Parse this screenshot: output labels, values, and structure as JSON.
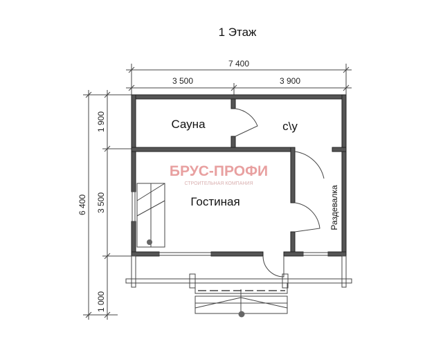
{
  "title": "1 Этаж",
  "dimensions": {
    "total_width": "7 400",
    "width_left": "3 500",
    "width_right": "3 900",
    "total_depth": "6 400",
    "depth_top": "1 900",
    "depth_middle": "3 500",
    "depth_porch": "1 000"
  },
  "rooms": {
    "sauna": "Сауна",
    "wc": "с\\у",
    "living": "Гостиная",
    "changing": "Раздевалка"
  },
  "logo": {
    "name": "БРУС-ПРОФИ",
    "tagline": "СТРОИТЕЛЬНАЯ КОМПАНИЯ",
    "color": "#e8a0a0"
  }
}
